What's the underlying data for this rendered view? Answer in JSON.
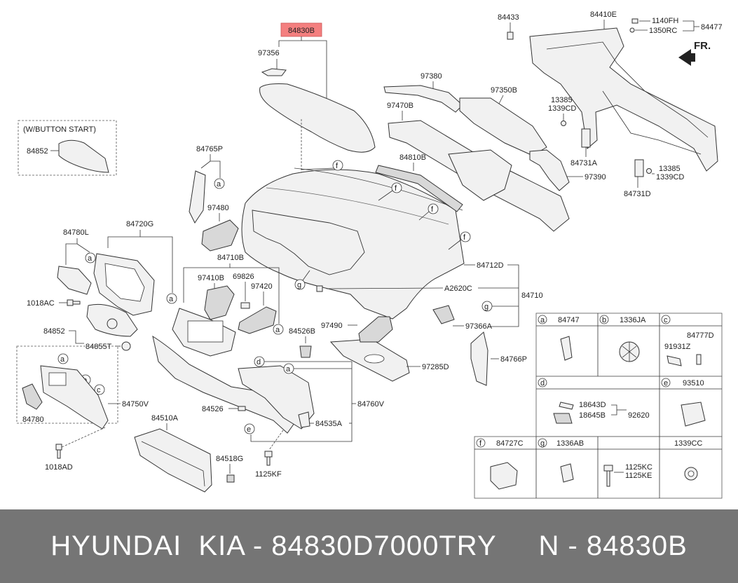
{
  "colors": {
    "highlight": "#f47f7f",
    "footer_bg": "#757575",
    "footer_text": "#ffffff"
  },
  "diagram": {
    "fr_label": "FR.",
    "button_start_note": "(W/BUTTON START)",
    "labels": {
      "p84830B": "84830B",
      "p97356": "97356",
      "p84852a": "84852",
      "p84765P": "84765P",
      "p97480": "97480",
      "p84780L": "84780L",
      "p84720G": "84720G",
      "p1018AC": "1018AC",
      "p84852b": "84852",
      "p84855T": "84855T",
      "p84710B": "84710B",
      "p97410B": "97410B",
      "p69826": "69826",
      "p97420": "97420",
      "p84750V": "84750V",
      "p84780": "84780",
      "p1018AD": "1018AD",
      "p84510A": "84510A",
      "p84518G": "84518G",
      "p1125KF": "1125KF",
      "p84526": "84526",
      "p84535A": "84535A",
      "p84760V": "84760V",
      "p84526B": "84526B",
      "p97285D": "97285D",
      "p97490": "97490",
      "p97366A": "97366A",
      "p84766P": "84766P",
      "p84710": "84710",
      "pA2620C": "A2620C",
      "p84712D": "84712D",
      "p84810B": "84810B",
      "p97380": "97380",
      "p97470B": "97470B",
      "p97350B": "97350B",
      "p97390": "97390",
      "p84433": "84433",
      "p84410E": "84410E",
      "p1140FH": "1140FH",
      "p1350RC": "1350RC",
      "p84477": "84477",
      "p13385a": "13385",
      "p1339CDa": "1339CD",
      "p84731A": "84731A",
      "p13385b": "13385",
      "p1339CDb": "1339CD",
      "p84731D": "84731D"
    },
    "callouts": {
      "a1": "a",
      "a2": "a",
      "a3": "a",
      "a4": "a",
      "a5": "a",
      "a6": "a",
      "b1": "b",
      "c1": "c",
      "d1": "d",
      "e1": "e",
      "f1": "f",
      "f2": "f",
      "f3": "f",
      "f4": "f",
      "g1": "g",
      "g2": "g"
    }
  },
  "legend": {
    "cells": [
      {
        "letter": "a",
        "part": "84747"
      },
      {
        "letter": "b",
        "part": "1336JA"
      },
      {
        "letter": "c",
        "part": ""
      },
      {
        "letter": "d",
        "part": ""
      },
      {
        "letter": "e",
        "part": "93510"
      },
      {
        "letter": "f",
        "part": "84727C"
      },
      {
        "letter": "g",
        "part": "1336AB"
      },
      {
        "letter": "",
        "part": ""
      },
      {
        "letter": "",
        "part": "1339CC"
      }
    ],
    "c_parts": {
      "p84777D": "84777D",
      "p91931Z": "91931Z"
    },
    "d_parts": {
      "p18643D": "18643D",
      "p18645B": "18645B",
      "p92620": "92620"
    },
    "bolt_parts": {
      "p1125KC": "1125KC",
      "p1125KE": "1125KE"
    }
  },
  "footer": {
    "text": "HYUNDAI  KIA - 84830D7000TRY     N - 84830B"
  }
}
